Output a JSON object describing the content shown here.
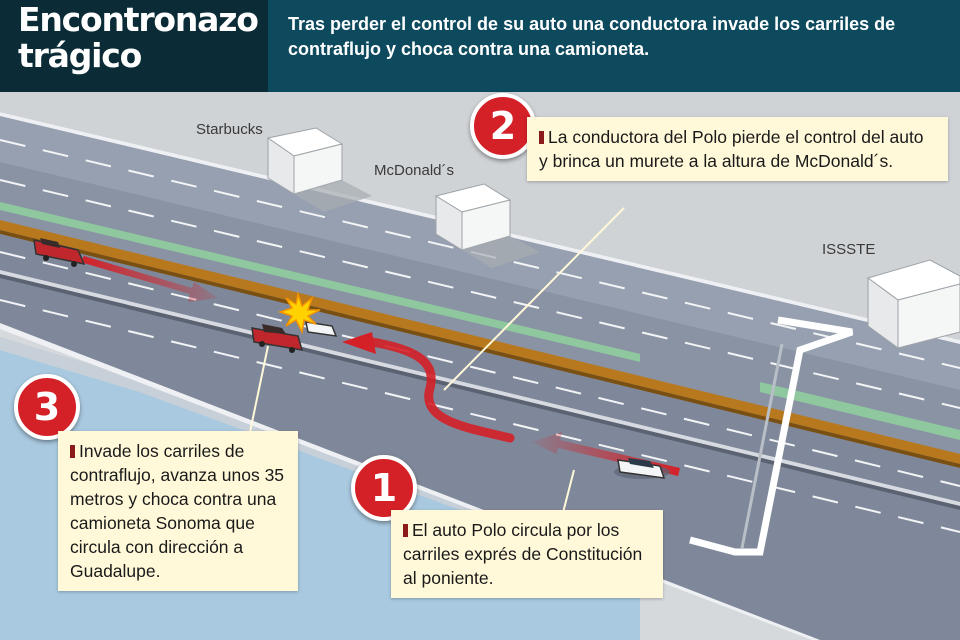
{
  "header": {
    "title_line1": "Encontronazo",
    "title_line2": "trágico",
    "subtitle": "Tras perder el control de su auto una conductora invade los carriles de contraflujo y choca contra una camioneta."
  },
  "places": {
    "starbucks": "Starbucks",
    "mcdonalds": "McDonald´s",
    "issste": "ISSSTE"
  },
  "steps": [
    {
      "number": "1",
      "text": "El auto Polo circula por los carriles exprés de Constitución al poniente."
    },
    {
      "number": "2",
      "text": "La conductora del Polo pierde el control del auto y brinca un murete a la altura de McDonald´s."
    },
    {
      "number": "3",
      "text": "Invade los carriles de contraflujo, avanza unos 35 metros y choca contra una camioneta Sonoma que circula con dirección a Guadalupe."
    }
  ],
  "colors": {
    "header_bg": "#0d4a5e",
    "title_bg": "#0b2b36",
    "step_red": "#d42027",
    "callout_bg": "#fff8d9",
    "road": "#8a93a4",
    "water": "#a9c9e0",
    "median_orange": "#b8791e",
    "median_green": "#8fc89f"
  },
  "icons": {
    "step_badge": "red-numbered-circle",
    "impact": "collision-burst-icon",
    "arrow": "red-direction-arrow"
  }
}
